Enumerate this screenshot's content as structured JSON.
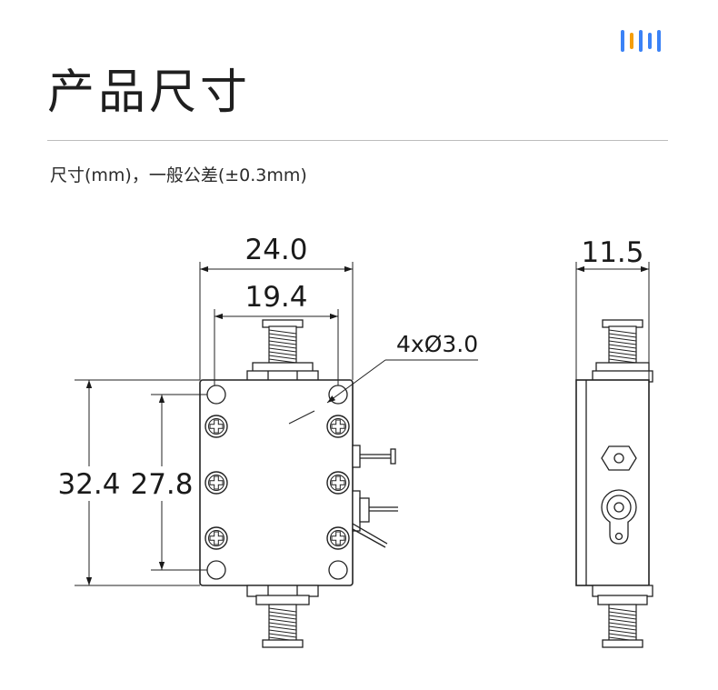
{
  "header": {
    "title": "产品尺寸",
    "subtitle": "尺寸(mm)，一般公差(±0.3mm)"
  },
  "brand": {
    "logo_bars": [
      {
        "color": "#3b82f6"
      },
      {
        "color": "#f59e0b"
      },
      {
        "color": "#3b82f6"
      },
      {
        "color": "#3b82f6"
      },
      {
        "color": "#3b82f6"
      }
    ]
  },
  "dimensions": {
    "overall_width": "24.0",
    "hole_spacing_width": "19.4",
    "hole_callout": "4xØ3.0",
    "overall_height": "32.4",
    "hole_spacing_height": "27.8",
    "side_depth": "11.5"
  }
}
